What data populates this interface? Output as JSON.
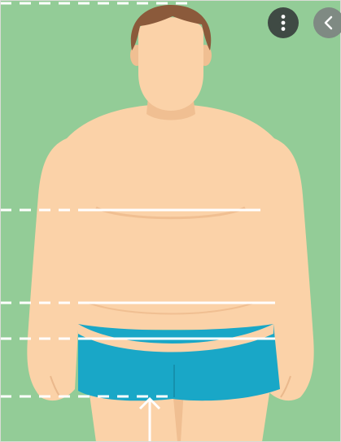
{
  "viewer": {
    "more_button": {
      "icon": "more-vertical-icon",
      "color": "#3f4a44"
    },
    "back_button": {
      "icon": "chevron-left-icon",
      "color": "#7f8a83"
    }
  },
  "illustration": {
    "colors": {
      "background": "#93cc97",
      "skin": "#fbd2a8",
      "skin_shadow": "#f0bf92",
      "hair": "#8b5a3b",
      "shorts": "#19a7c7",
      "shorts_shadow": "#1590ad",
      "measure_line": "#ffffff"
    },
    "measure_lines": [
      {
        "name": "shoulder-line"
      },
      {
        "name": "chest-line"
      },
      {
        "name": "waist-line"
      },
      {
        "name": "hip-line"
      },
      {
        "name": "thigh-line"
      }
    ]
  }
}
